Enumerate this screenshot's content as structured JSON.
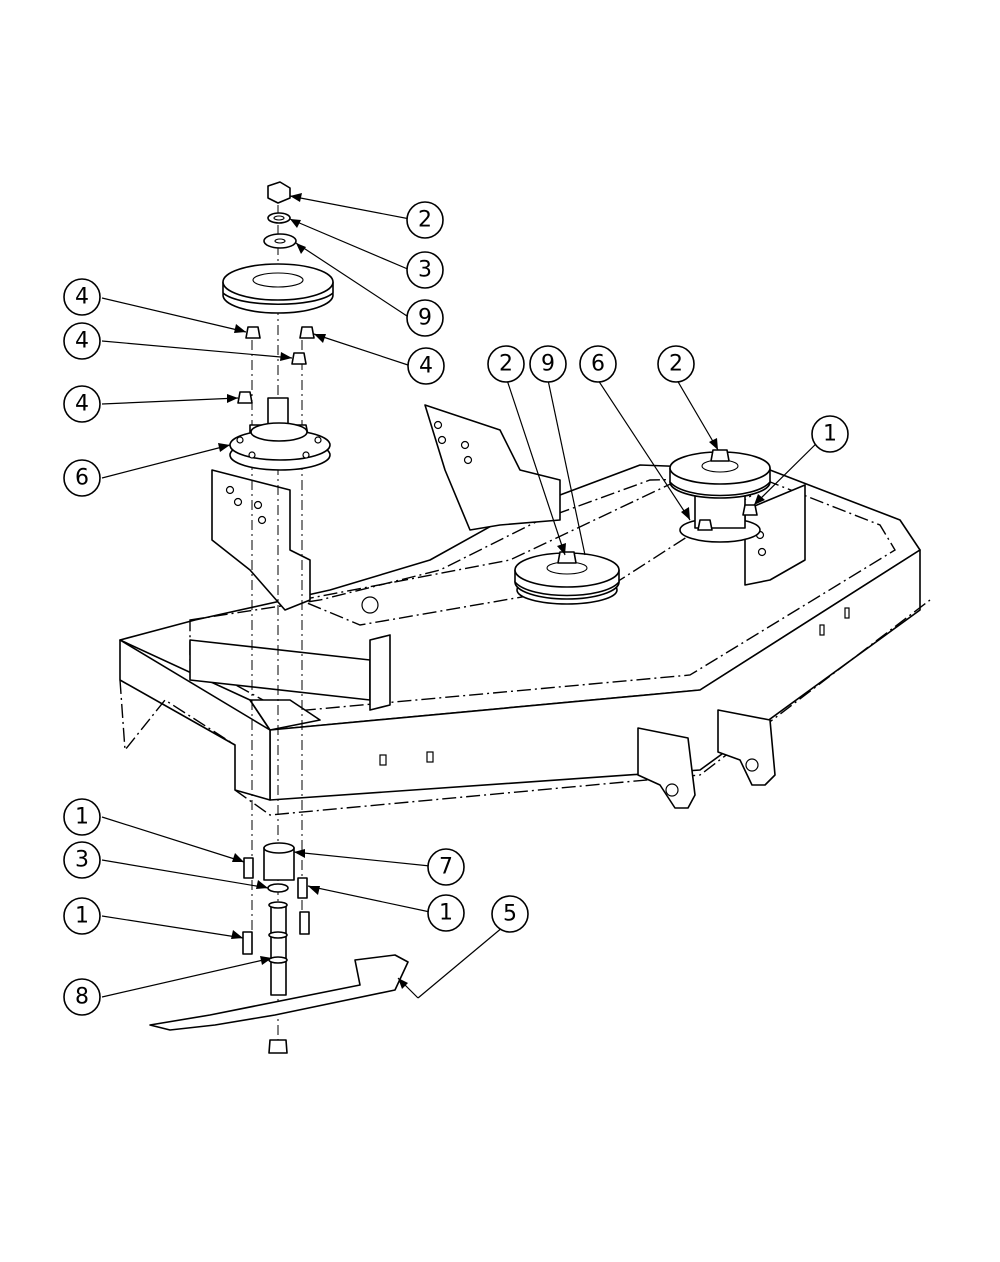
{
  "callouts": [
    {
      "id": "c-2-top",
      "label": "2"
    },
    {
      "id": "c-3-top",
      "label": "3"
    },
    {
      "id": "c-9-top",
      "label": "9"
    },
    {
      "id": "c-4-a",
      "label": "4"
    },
    {
      "id": "c-4-b",
      "label": "4"
    },
    {
      "id": "c-4-c",
      "label": "4"
    },
    {
      "id": "c-4-d",
      "label": "4"
    },
    {
      "id": "c-6-left",
      "label": "6"
    },
    {
      "id": "c-2-mid",
      "label": "2"
    },
    {
      "id": "c-9-mid",
      "label": "9"
    },
    {
      "id": "c-6-mid",
      "label": "6"
    },
    {
      "id": "c-2-right",
      "label": "2"
    },
    {
      "id": "c-1-right",
      "label": "1"
    },
    {
      "id": "c-1-a",
      "label": "1"
    },
    {
      "id": "c-7",
      "label": "7"
    },
    {
      "id": "c-3-bottom",
      "label": "3"
    },
    {
      "id": "c-1-b",
      "label": "1"
    },
    {
      "id": "c-1-c",
      "label": "1"
    },
    {
      "id": "c-5",
      "label": "5"
    },
    {
      "id": "c-8",
      "label": "8"
    }
  ]
}
